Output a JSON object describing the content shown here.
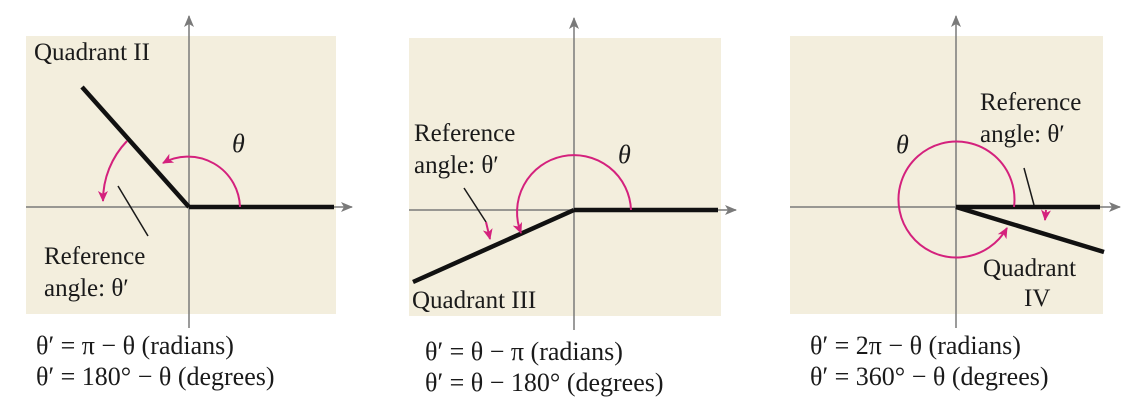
{
  "colors": {
    "panel": "#f3eedd",
    "axis": "#7a7a7a",
    "side": "#111111",
    "arc": "#d4217d",
    "text": "#1a1a1a"
  },
  "panels": [
    {
      "id": "q2",
      "quadrant_label": "Quadrant II",
      "theta": "θ",
      "reference_label_1": "Reference",
      "reference_label_2": "angle:  θ′",
      "formula_radians": "θ′ = π − θ (radians)",
      "formula_degrees": "θ′ = 180° − θ (degrees)"
    },
    {
      "id": "q3",
      "quadrant_label": "Quadrant III",
      "theta": "θ",
      "reference_label_1": "Reference",
      "reference_label_2": "angle:  θ′",
      "formula_radians": "θ′ = θ − π (radians)",
      "formula_degrees": "θ′ = θ − 180° (degrees)"
    },
    {
      "id": "q4",
      "quadrant_label_1": "Quadrant",
      "quadrant_label_2": "IV",
      "theta": "θ",
      "reference_label_1": "Reference",
      "reference_label_2": "angle:  θ′",
      "formula_radians": "θ′ = 2π − θ (radians)",
      "formula_degrees": "θ′ = 360° − θ (degrees)"
    }
  ]
}
